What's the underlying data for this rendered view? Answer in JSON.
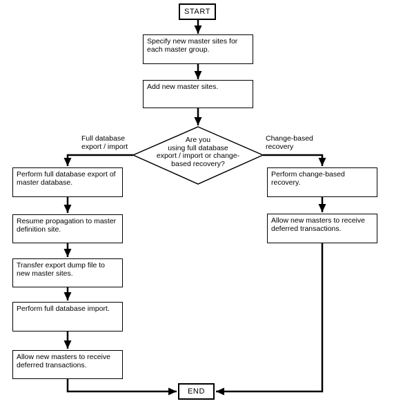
{
  "diagram": {
    "nodes": {
      "start": {
        "label": "START"
      },
      "specify": {
        "label": "Specify new master sites for\neach master group."
      },
      "add": {
        "label": "Add new master sites."
      },
      "decision": {
        "label": "Are you\nusing full database\nexport / import or change-\nbased recovery?"
      },
      "export_db": {
        "label": "Perform full database export of\nmaster database."
      },
      "resume_prop": {
        "label": "Resume propagation to master\ndefinition site."
      },
      "transfer_dump": {
        "label": "Transfer export dump file to\nnew master sites."
      },
      "full_import": {
        "label": "Perform full database import."
      },
      "allow_deferred_left": {
        "label": "Allow new masters to receive\ndeferred transactions."
      },
      "change_recovery": {
        "label": "Perform change-based recovery."
      },
      "allow_deferred_right": {
        "label": "Allow new masters to receive\ndeferred transactions."
      },
      "end": {
        "label": "END"
      }
    },
    "branch_labels": {
      "left": "Full database\nexport / import",
      "right": "Change-based\nrecovery"
    },
    "colors": {
      "line": "#000000",
      "box_fill": "#ffffff",
      "text": "#000000"
    }
  }
}
